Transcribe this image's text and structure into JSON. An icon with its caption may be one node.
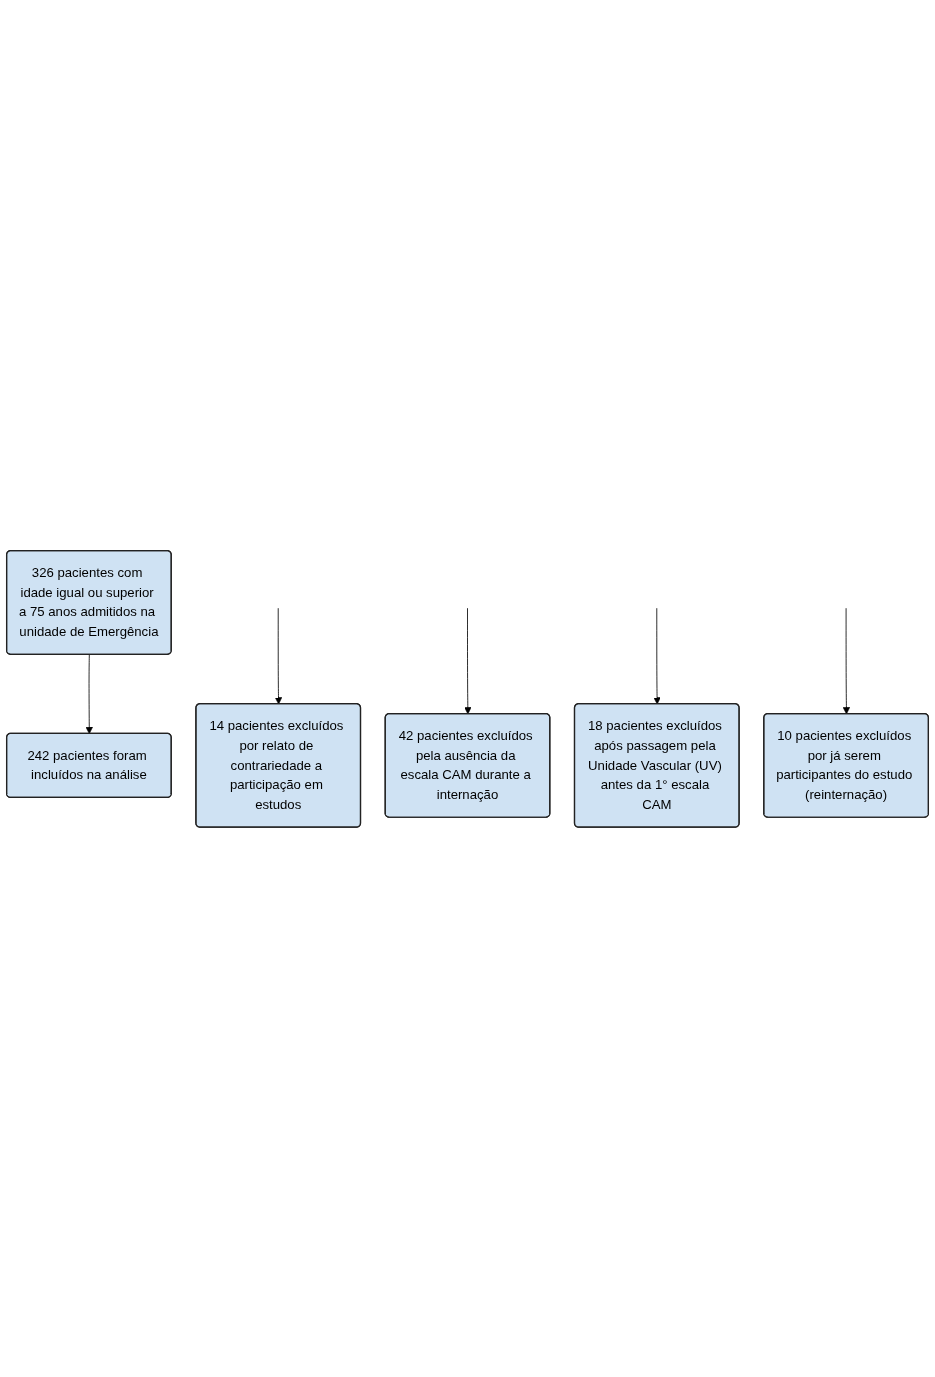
{
  "diagram": {
    "nodes": [
      {
        "text": [
          "326 pacientes com idade igual ou superior a 75 anos admitidos na unidade de Emergência"
        ]
      },
      {
        "text": [
          "14 pacientes excluídos por relato de contrariedade a participação em estudos"
        ]
      },
      {
        "text": [
          "42 pacientes excluídos pela ausência da escala CAM durante a internação"
        ]
      },
      {
        "text": [
          "18 pacientes excluídos após passagem pela Unidade Vascular (UV) antes da 1° escala CAM"
        ]
      },
      {
        "text": [
          "10 pacientes excluídos por já serem participantes do estudo (reinternação)"
        ]
      },
      {
        "text": [
          "242 pacientes foram incluídos na análise"
        ]
      }
    ],
    "edges": [
      {
        "from": 0,
        "to": 5,
        "arrow": "to"
      },
      {
        "from": null,
        "to": 1,
        "arrow": "to"
      },
      {
        "from": null,
        "to": 2,
        "arrow": "to"
      },
      {
        "from": null,
        "to": 3,
        "arrow": "to"
      },
      {
        "from": null,
        "to": 4,
        "arrow": "to"
      }
    ]
  }
}
